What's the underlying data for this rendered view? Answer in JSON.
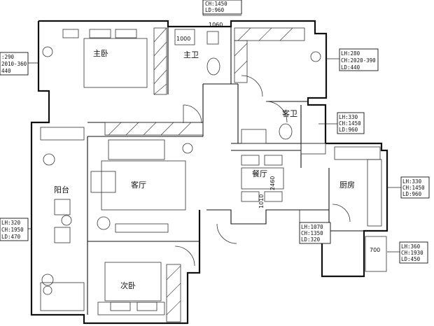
{
  "rooms": {
    "master_bedroom": "主卧",
    "master_bath": "主卫",
    "guest_bath": "客卫",
    "living_room": "客厅",
    "dining_room": "餐厅",
    "kitchen": "厨房",
    "balcony": "阳台",
    "second_bedroom": "次卧"
  },
  "dimensions": {
    "d1000": "1000",
    "d1060": "1060",
    "d2460": "2460",
    "d1010": "1010",
    "d700": "700"
  },
  "tags": {
    "top": [
      "CH:1450",
      "LD:960"
    ],
    "left_upper": [
      ":290",
      "2010-360",
      "440"
    ],
    "right_upper": [
      "LH:280",
      "CH:2020-390",
      "LD:440"
    ],
    "guest_bath": [
      "LH:330",
      "CH:1450",
      "LD:960"
    ],
    "kitchen": [
      "LH:330",
      "CH:1450",
      "LD:960"
    ],
    "left_lower": [
      "LH:320",
      "CH:1950",
      "LD:470"
    ],
    "center_lower": [
      "LH:1070",
      "CH:1350",
      "LD:320"
    ],
    "right_lower": [
      "LH:360",
      "CH:1930",
      "LD:450"
    ]
  }
}
